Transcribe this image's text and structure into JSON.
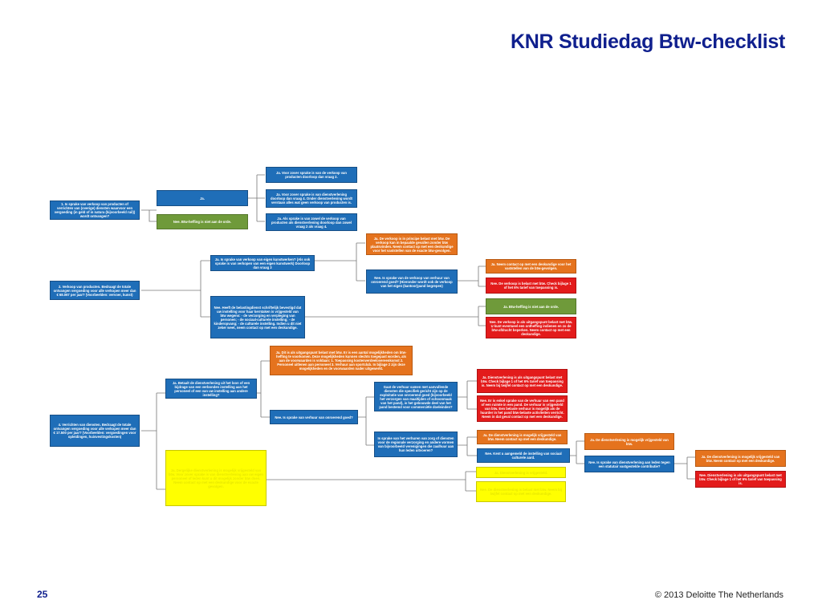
{
  "header": {
    "title": "KNR Studiedag Btw-checklist"
  },
  "footer": {
    "page_number": "25",
    "copyright": "© 2013 Deloitte The Netherlands"
  },
  "diagram": {
    "nodes": {
      "q1": "1. Is sprake van verkoop van producten of verrichten van (overige) diensten waarvoor een vergoeding (in geld of in natura (bijvoorbeeld ruil)) wordt ontvangen?",
      "q1_ja": "Ja.",
      "q1_nee": "Nee. Btw-heffing is niet aan de orde.",
      "q1_ja_a": "Ja. Voor zover sprake is van de verkoop van producten doorloop dan vraag 2.",
      "q1_ja_b": "Ja. Voor zover sprake is van dienstverlening doorloop dan vraag 4. Onder dienstverlening wordt verstaan alles wat geen verkoop van producten is.",
      "q1_ja_c": "Ja. Als sprake is van zowel de verkoop van producten als dienstverlening doorloop dan zowel vraag 2 als vraag 4.",
      "q2": "2. Verkoop van producten. Bedraagt de totale ontvangen vergoeding voor alle verkopen meer dan € 68.067 per jaar? (Voorbeelden: vervoer, kunst)",
      "q2_ja": "Ja. Is sprake van verkoop van eigen kunstwerken? (Als ook sprake is van verkopen van een eigen kunstwerk) Doorloop dan vraag 3",
      "q2_nee": "Nee. Heeft de belastingdienst schriftelijk bevestigd dat uw instelling voor haar kerntaken is vrijgesteld van btw wegens: - de verzorging en verpleging van personen; - de sociaal-culturele instelling; - de kinderopvang; - de culturele instelling. Indien u dit niet zeker weet, neem contact op met een deskundige.",
      "q2_ja_ja": "Ja. De verkoop is in principe belast met btw. De verkoop kan in bepaalde gevallen zonder btw plaatsvinden. Neem contact op met een deskundige voor het vaststellen van de exacte btw-gevolgen.",
      "q2_ja_nee": "Nee. Is sprake van de verkoop van verhuur van onroerend goed? (Hieronder wordt ook de verkoop van het eigen (kantoor)pand begrepen)",
      "q2_ja_nee_ja": "Ja. Neem contact op met een deskundige voor het vaststellen van de btw-gevolgen.",
      "q2_ja_nee_nee": "Nee. De verkoop is belast met btw. Check bijlage 1 of het 6% tarief van toepassing is.",
      "q2_nee_ja": "Ja. Btw-heffing is niet aan de orde.",
      "q2_nee_nee": "Nee. De verkoop is als uitgangspunt belast met btw. U kunt eventueel een ontheffing indienen en zo de btw-afdracht beperken. Neem contact op met een deskundige.",
      "q4": "4. Verrichten van diensten. Bedraagt de totale ontvangen vergoeding voor alle verkopen meer dan € 17.500 per jaar? (Voorbeelden: vergoedingen voor opleidingen, huisvestingskosten)",
      "q4_ja": "Ja. Betaalt de dienstverlening uit het loon of een bijdrage van een verbonden instelling aan het personeel of een van uw instelling aan andere instelling?",
      "q4_nee": "Nee. Is sprake van verhuur van onroerend goed?",
      "q4_top": "Ja. Dit is als uitgangspunt belast met btw. Er is een aantal mogelijkheden om btw-heffing te voorkomen. Deze mogelijkheden kunnen slechts toegepast worden, als aan de voorwaarden is voldaan: 1. Toepassing kostenverdeelovereenkomst 2. Personeel uitlenen aan personeel 3. Verhuur aan sportclub. In bijlage 2 zijn deze mogelijkheden en de voorwaarden nader uitgewerkt.",
      "q4_nee_a": "Gaat de verhuur samen met aanvullende diensten die specifiek gericht zijn op de exploitatie van onroerend goed (bijvoorbeeld het verzorgen van maaltijden of schoonmaak van het pand), is het gebouwde deel van het pand bestemd voor commerciële doeleinden?",
      "q4_nee_b": "Is sprake van het verhuren van zorg of diensten voor de regionale verzorging en andere vormen van bijvoorbeeld verenigingen die zaalhuur aan hun leden uitvoeren?",
      "q4_nee_a_ja": "Ja. Dienstverlening is als uitgangspunt belast met btw. Check bijlage 1 of het 6% tarief van toepassing is. Neem bij twijfel contact op met een deskundige.",
      "q4_nee_a_nee": "Nee. Er is enkel sprake van de verhuur van een pand of een ruimte in een pand. De verhuur is vrijgesteld van btw. Een belaste verhuur is mogelijk als de huurder in het pand btw-belaste activiteiten verricht. Neem in dat geval contact op met een deskundige.",
      "q4_nee_b_ja": "Ja. De dienstverlening is mogelijk vrijgesteld van btw. Neem contact op met een deskundige.",
      "q4_nee_b_nee": "Nee. Kent u aangemeld de instelling van sociaal culturele aard.",
      "q4_ja2": "Ja. De dienstverlening is mogelijk vrijgesteld van btw.",
      "q4_nee2": "Nee. Is sprake van dienstverlening aan leden tegen een statutair vastgestelde contributie?",
      "final_ja": "Ja. De dienstverlening is mogelijk vrijgesteld van btw. Neem contact op met een deskundige.",
      "final_nee": "Nee. Dienstverlening is als uitgangspunt belast met btw. Check bijlage 1 of het 6% tarief van toepassing is.",
      "yellow_big": "Ja. Dergelijke dienstverlening is mogelijk vrijgesteld van btw. Voor zover sprake is van dienstverlening aan uw eigen personeel of leden kunt u dit mogelijk zonder btw doen. Neem contact op met een deskundige voor de exacte gevolgen.",
      "yellow_small1": "Ja. Dienstverlening is vrijgesteld.",
      "yellow_small2": "Nee. De dienstverlening is belast met btw. Neem bij twijfel contact op met een deskundige."
    }
  }
}
